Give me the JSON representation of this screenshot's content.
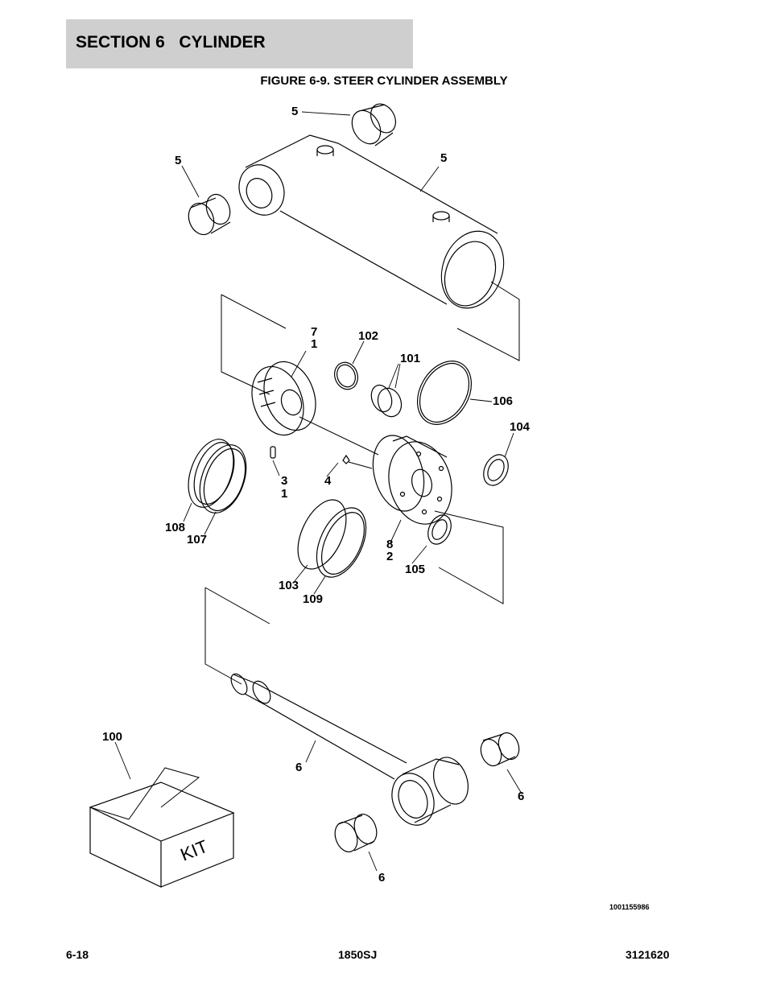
{
  "header": {
    "section_title": "SECTION 6   CYLINDER"
  },
  "figure": {
    "title": "FIGURE 6-9. STEER CYLINDER ASSEMBLY",
    "drawing_id": "1001155986",
    "kit_box_text": "KIT",
    "callouts": {
      "c5a": "5",
      "c5b": "5",
      "c5c": "5",
      "c7": "7",
      "c1a": "1",
      "c102": "102",
      "c101": "101",
      "c106": "106",
      "c104": "104",
      "c3": "3",
      "c1b": "1",
      "c4": "4",
      "c108": "108",
      "c107": "107",
      "c8": "8",
      "c2": "2",
      "c103": "103",
      "c109": "109",
      "c105": "105",
      "c100": "100",
      "c6a": "6",
      "c6b": "6",
      "c6c": "6"
    }
  },
  "footer": {
    "left": "6-18",
    "center": "1850SJ",
    "right": "3121620"
  }
}
